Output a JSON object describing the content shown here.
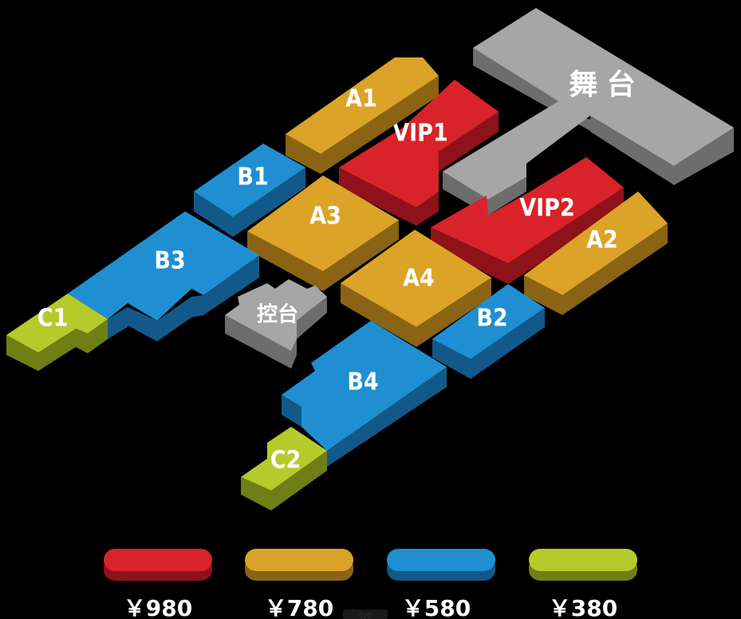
{
  "stage": {
    "label": "舞 台"
  },
  "control": {
    "label": "控台"
  },
  "sections": {
    "vip1": "VIP1",
    "vip2": "VIP2",
    "a1": "A1",
    "a2": "A2",
    "a3": "A3",
    "a4": "A4",
    "b1": "B1",
    "b2": "B2",
    "b3": "B3",
    "b4": "B4",
    "c1": "C1",
    "c2": "C2"
  },
  "legend": [
    {
      "price": "￥980",
      "color": "#d9232a"
    },
    {
      "price": "￥780",
      "color": "#dba328"
    },
    {
      "price": "￥580",
      "color": "#1f8fd1"
    },
    {
      "price": "￥380",
      "color": "#b4cb2b"
    }
  ],
  "page_indicator": "0/0",
  "colors": {
    "red": "#d9232a",
    "red_side": "#8e1219",
    "gold": "#dba328",
    "gold_side": "#8a6414",
    "blue": "#1f8fd1",
    "blue_side": "#12598a",
    "green": "#b4cb2b",
    "green_side": "#6f7f16",
    "gray": "#a6a6a6",
    "gray_side": "#6d6d6d"
  }
}
